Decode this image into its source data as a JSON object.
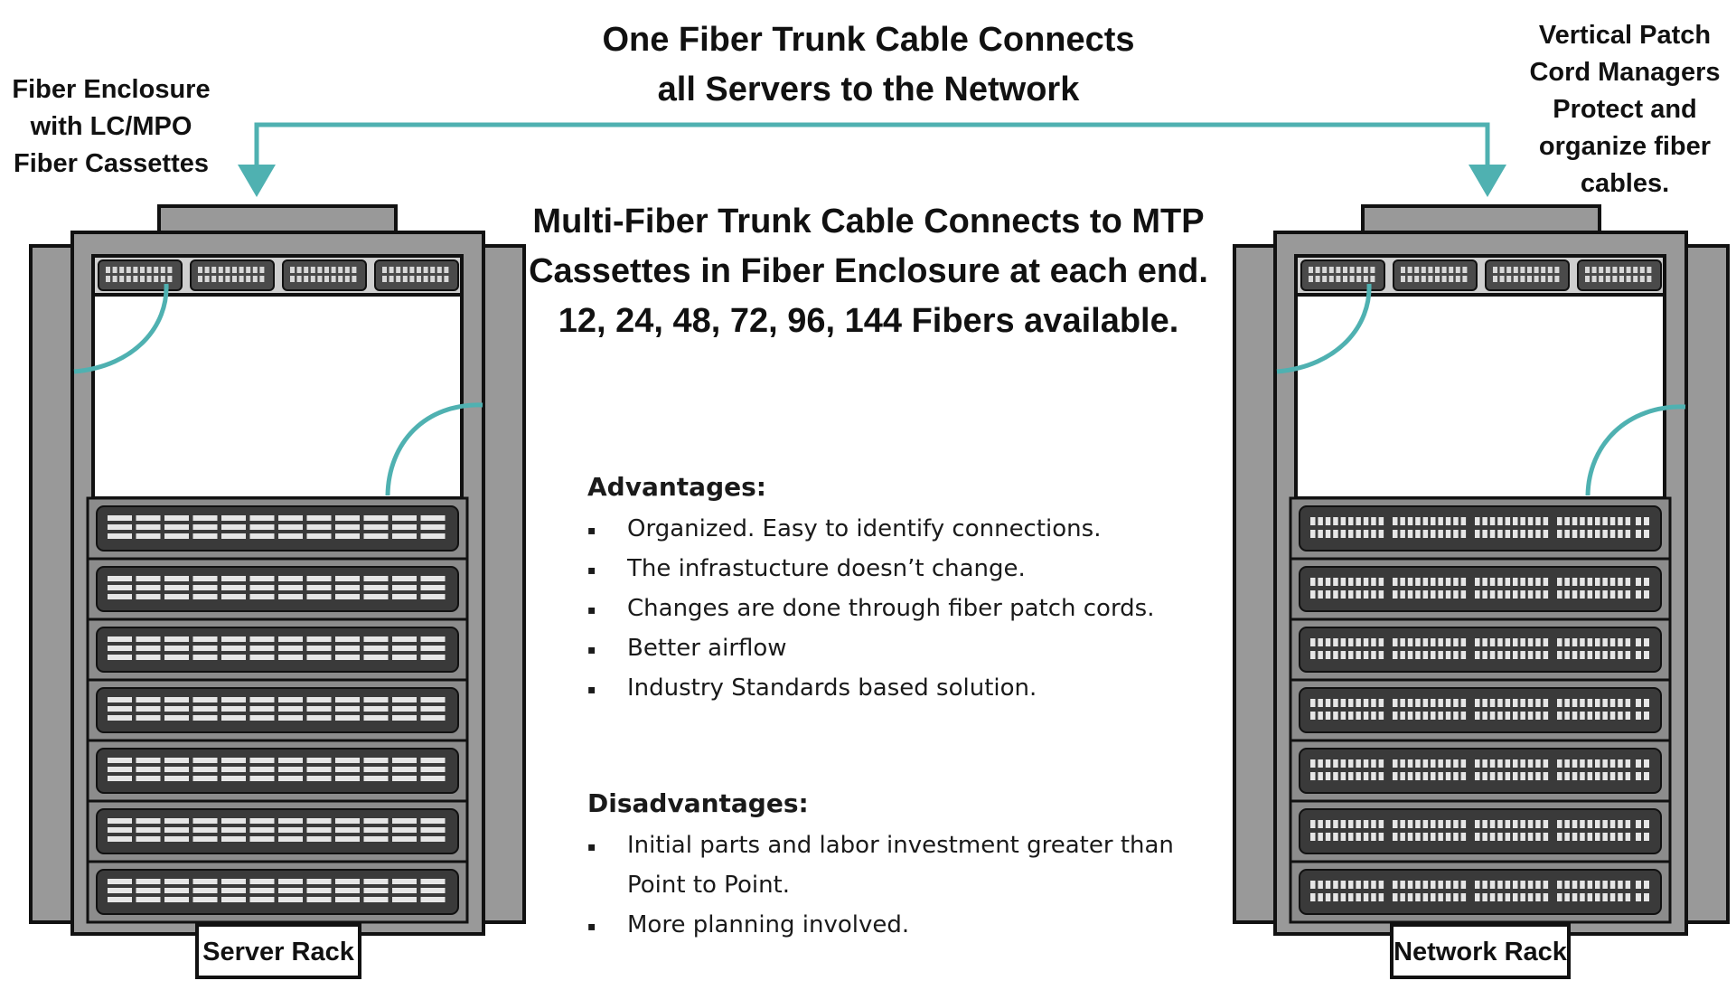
{
  "title": {
    "lines": [
      "One Fiber Trunk Cable Connects",
      "all Servers to the Network"
    ]
  },
  "left_callout": {
    "lines": [
      "Fiber Enclosure",
      "with LC/MPO",
      "Fiber Cassettes"
    ]
  },
  "right_callout": {
    "lines": [
      "Vertical Patch",
      "Cord Managers",
      "Protect and",
      "organize fiber",
      "cables."
    ]
  },
  "subtitle": {
    "lines": [
      "Multi-Fiber Trunk Cable Connects to MTP",
      "Cassettes in Fiber Enclosure at each end.",
      "12, 24, 48, 72, 96, 144 Fibers available."
    ]
  },
  "advantages": {
    "heading": "Advantages:",
    "items": [
      "Organized. Easy to identify connections.",
      "The infrastucture doesn’t change.",
      "Changes are done through fiber patch cords.",
      "Better airflow",
      "Industry Standards based solution."
    ]
  },
  "disadvantages": {
    "heading": "Disadvantages:",
    "items": [
      "Initial parts and labor investment greater than",
      "Point to Point.",
      "More planning involved."
    ]
  },
  "bullet_glyph": "▪",
  "racks": {
    "server_label": "Server Rack",
    "network_label": "Network Rack"
  },
  "colors": {
    "teal": "#4fb1b1",
    "frame": "#999999",
    "dark_panel": "#3a3a3a",
    "outline": "#111111"
  }
}
